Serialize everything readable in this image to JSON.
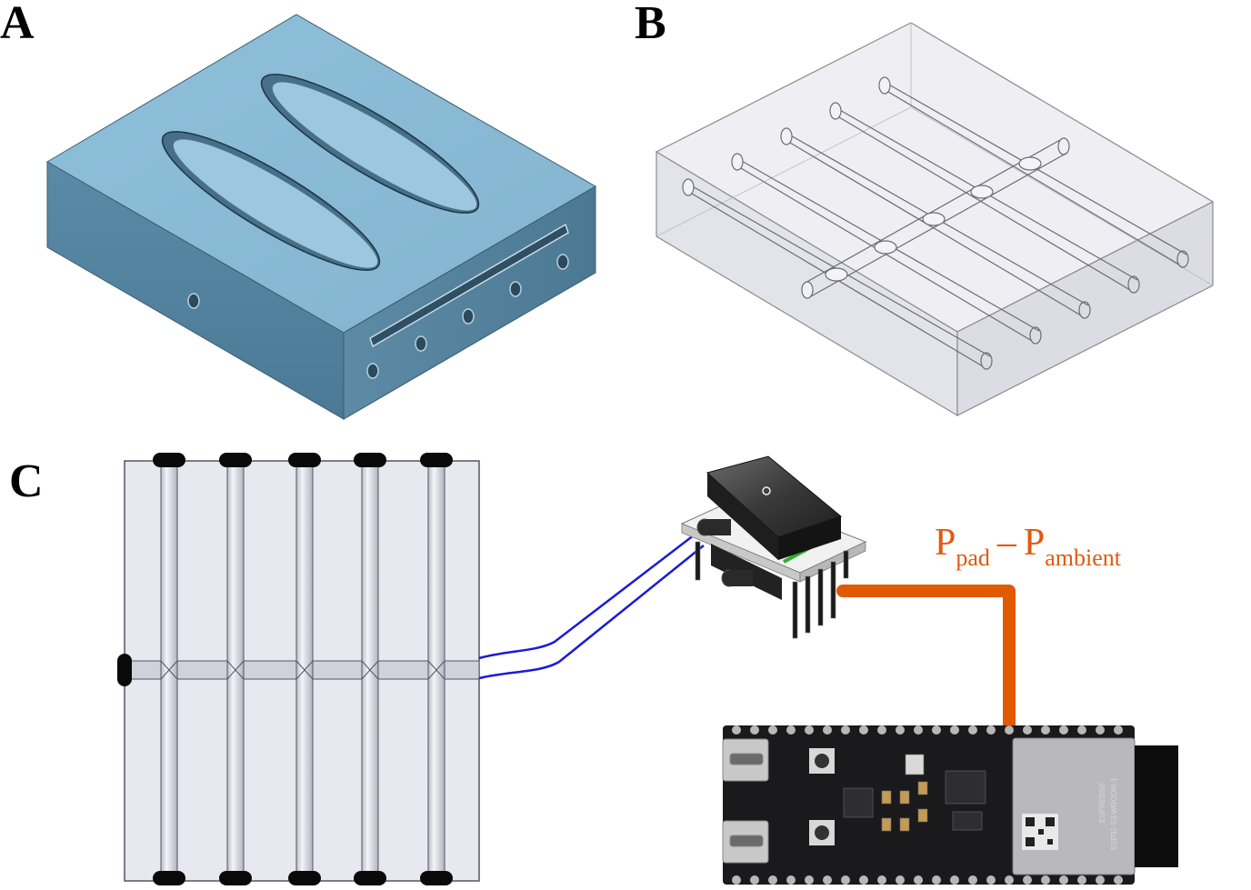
{
  "panels": {
    "a": {
      "label": "A"
    },
    "b": {
      "label": "B"
    },
    "c": {
      "label": "C"
    }
  },
  "equation": {
    "p1": "P",
    "sub1": "pad",
    "minus": "–",
    "p2": "P",
    "sub2": "ambient"
  },
  "board": {
    "module_brand": "ESPRESSIF",
    "module_name": "ESP32-S3-WROOM-1"
  },
  "colors": {
    "block_top": "#8dbcd6",
    "block_front": "#4f7f9a",
    "tube": "#1a1adc",
    "signal_wire": "#e05a00",
    "text_accent": "#e05a10"
  }
}
